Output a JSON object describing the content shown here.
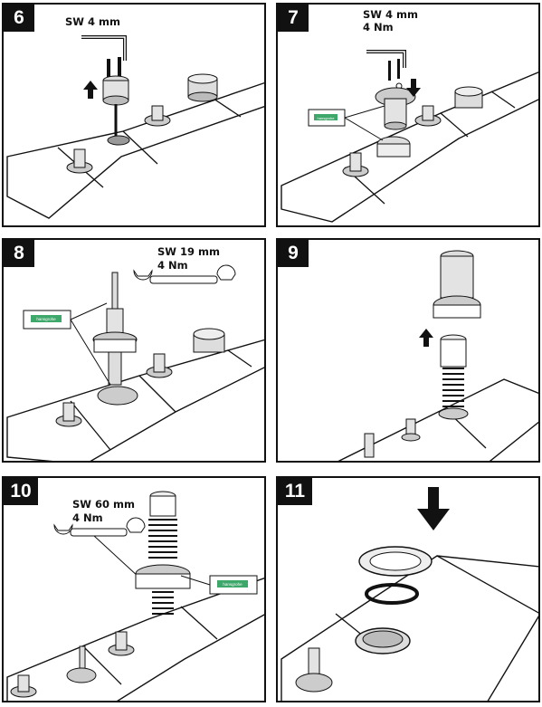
{
  "steps": [
    {
      "number": "6",
      "lines": [
        "SW 4 mm"
      ]
    },
    {
      "number": "7",
      "lines": [
        "SW 4 mm",
        "4 Nm"
      ]
    },
    {
      "number": "8",
      "lines": [
        "SW 19 mm",
        "4 Nm"
      ]
    },
    {
      "number": "9",
      "lines": []
    },
    {
      "number": "10",
      "lines": [
        "SW 60 mm",
        "4 Nm"
      ]
    },
    {
      "number": "11",
      "lines": []
    }
  ],
  "tube_label": "hansgrohe",
  "icons": [
    "hex-key-icon",
    "open-wrench-icon",
    "grease-tube-icon",
    "arrow-up-icon",
    "arrow-down-icon"
  ]
}
